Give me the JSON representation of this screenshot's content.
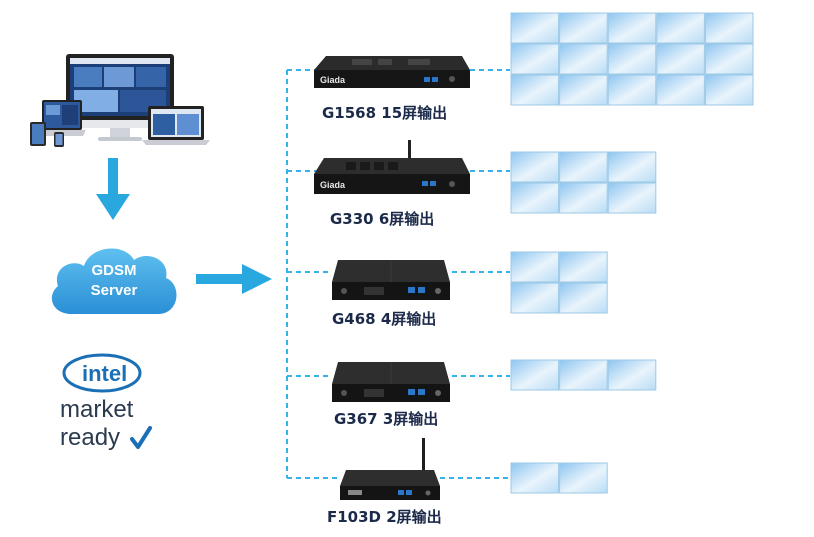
{
  "server": {
    "line1": "GDSM",
    "line2": "Server"
  },
  "badge": {
    "brand": "intel",
    "line1": "market",
    "line2": "ready"
  },
  "devices": [
    {
      "label": "G1568 15屏输出",
      "brand": "Giada",
      "screens": 15
    },
    {
      "label": "G330 6屏输出",
      "brand": "Giada",
      "screens": 6
    },
    {
      "label": "G468 4屏输出",
      "screens": 4
    },
    {
      "label": "G367 3屏输出",
      "screens": 3
    },
    {
      "label": "F103D 2屏输出",
      "screens": 2
    }
  ],
  "colors": {
    "arrow": "#29a8e0",
    "dashed_line": "#35b2e6",
    "screen_border": "#9cc9e6",
    "intel_blue": "#1a6fb5",
    "label_text": "#1c2a4a"
  }
}
